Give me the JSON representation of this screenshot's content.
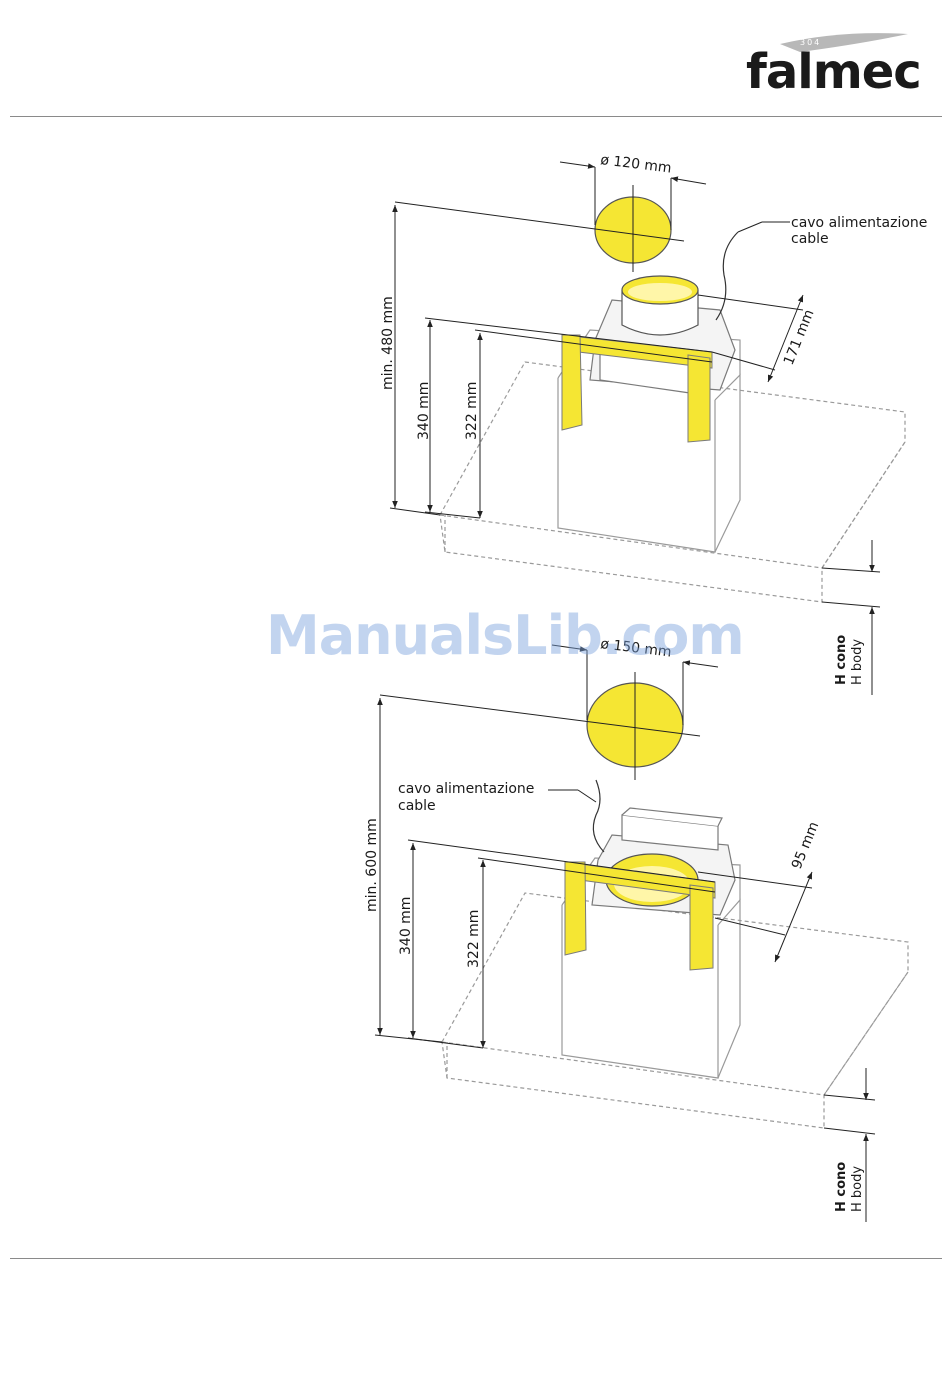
{
  "brand": {
    "name": "falmec",
    "badge": "304"
  },
  "watermark": "ManualsLib.com",
  "colors": {
    "accent_yellow": "#f5e633",
    "rule_gray": "#8a8a8a",
    "line": "#222222",
    "hood_outline": "#9a9a9a"
  },
  "diagram_top": {
    "duct_diameter": "ø 120 mm",
    "cable_label_it": "cavo alimentazione",
    "cable_label_en": "cable",
    "dim_min_height": "min. 480 mm",
    "dim_bracket_height": "340 mm",
    "dim_inner_height": "322 mm",
    "dim_depth": "171 mm",
    "h_cono": "H cono",
    "h_body": "H body"
  },
  "diagram_bottom": {
    "duct_diameter": "ø 150 mm",
    "cable_label_it": "cavo alimentazione",
    "cable_label_en": "cable",
    "dim_min_height": "min. 600 mm",
    "dim_bracket_height": "340 mm",
    "dim_inner_height": "322 mm",
    "dim_depth": "95 mm",
    "h_cono": "H cono",
    "h_body": "H body"
  }
}
